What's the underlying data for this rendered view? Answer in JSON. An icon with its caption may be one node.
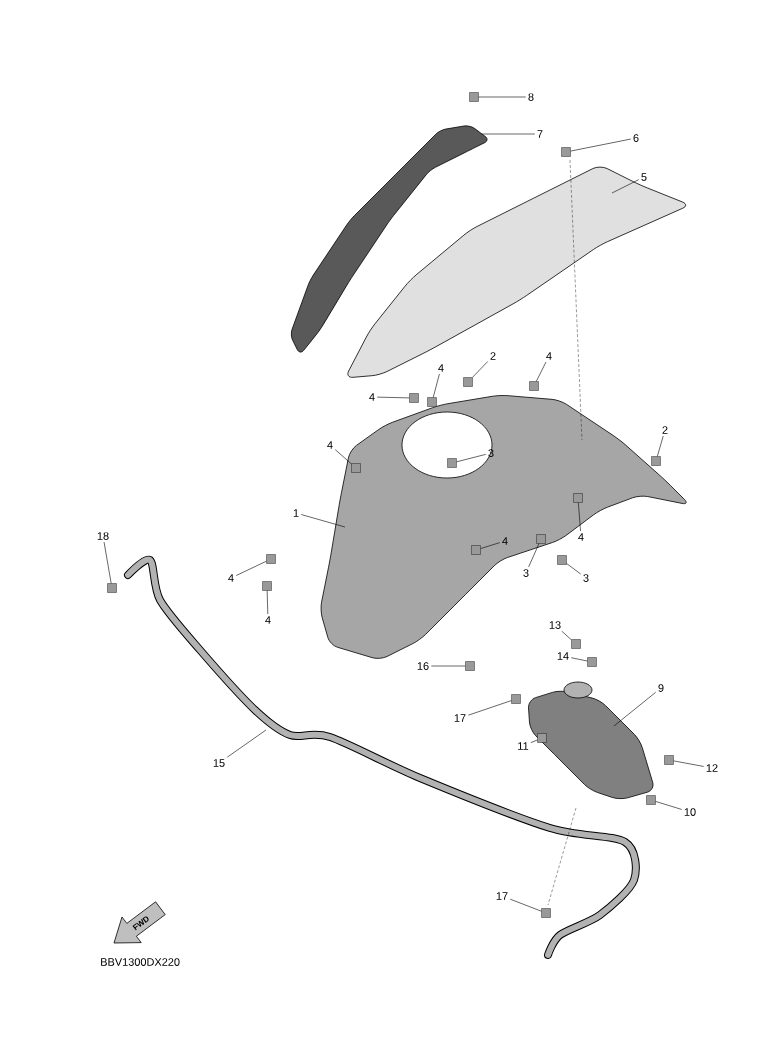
{
  "diagram": {
    "nodes": [
      {
        "text": [
          "8"
        ]
      },
      {
        "text": [
          "7"
        ]
      },
      {
        "text": [
          "6"
        ]
      },
      {
        "text": [
          "5"
        ]
      },
      {
        "text": [
          "2"
        ]
      },
      {
        "text": [
          "4"
        ]
      },
      {
        "text": [
          "4"
        ]
      },
      {
        "text": [
          "4"
        ]
      },
      {
        "text": [
          "2"
        ]
      },
      {
        "text": [
          "4"
        ]
      },
      {
        "text": [
          "3"
        ]
      },
      {
        "text": [
          "1"
        ]
      },
      {
        "text": [
          "18"
        ]
      },
      {
        "text": [
          "4"
        ]
      },
      {
        "text": [
          "4"
        ]
      },
      {
        "text": [
          "3"
        ]
      },
      {
        "text": [
          "3"
        ]
      },
      {
        "text": [
          "4"
        ]
      },
      {
        "text": [
          "4"
        ]
      },
      {
        "text": [
          "13"
        ]
      },
      {
        "text": [
          "14"
        ]
      },
      {
        "text": [
          "16"
        ]
      },
      {
        "text": [
          "9"
        ]
      },
      {
        "text": [
          "17"
        ]
      },
      {
        "text": [
          "11"
        ]
      },
      {
        "text": [
          "12"
        ]
      },
      {
        "text": [
          "15"
        ]
      },
      {
        "text": [
          "10"
        ]
      },
      {
        "text": [
          "17"
        ]
      },
      {
        "text": [],
        "shape": "box"
      },
      {
        "text": [],
        "shape": "box"
      },
      {
        "text": [],
        "shape": "box"
      },
      {
        "text": [],
        "shape": "box"
      },
      {
        "text": [],
        "shape": "box"
      },
      {
        "text": [],
        "shape": "box"
      },
      {
        "text": [],
        "shape": "box"
      },
      {
        "text": [],
        "shape": "box"
      },
      {
        "text": [],
        "shape": "box"
      },
      {
        "text": [],
        "shape": "box"
      },
      {
        "text": [],
        "shape": "box"
      },
      {
        "text": [],
        "shape": "box"
      },
      {
        "text": [],
        "shape": "box"
      },
      {
        "text": [],
        "shape": "box"
      },
      {
        "text": [],
        "shape": "box"
      },
      {
        "text": [],
        "shape": "box"
      },
      {
        "text": [],
        "shape": "box"
      },
      {
        "text": [],
        "shape": "box"
      },
      {
        "text": [],
        "shape": "box"
      },
      {
        "text": [],
        "shape": "box"
      },
      {
        "text": [],
        "shape": "box"
      },
      {
        "text": [],
        "shape": "box"
      },
      {
        "text": [],
        "shape": "box"
      },
      {
        "text": [],
        "shape": "box"
      }
    ],
    "edges": [
      {
        "from": 0,
        "to": 29,
        "arrow": "none"
      },
      {
        "from": 1,
        "to": null,
        "arrow": "none"
      },
      {
        "from": 2,
        "to": 30,
        "arrow": "none"
      },
      {
        "from": 3,
        "to": null,
        "arrow": "none"
      },
      {
        "from": 4,
        "to": 31,
        "arrow": "none"
      },
      {
        "from": 5,
        "to": 32,
        "arrow": "none"
      },
      {
        "from": 6,
        "to": 33,
        "arrow": "none"
      },
      {
        "from": 7,
        "to": 34,
        "arrow": "none"
      },
      {
        "from": 8,
        "to": 35,
        "arrow": "none"
      },
      {
        "from": 9,
        "to": 36,
        "arrow": "none"
      },
      {
        "from": 10,
        "to": 37,
        "arrow": "none"
      },
      {
        "from": 11,
        "to": null,
        "arrow": "none"
      },
      {
        "from": 12,
        "to": 38,
        "arrow": "none"
      },
      {
        "from": 13,
        "to": 39,
        "arrow": "none"
      },
      {
        "from": 14,
        "to": 40,
        "arrow": "none"
      },
      {
        "from": 15,
        "to": 41,
        "arrow": "none"
      },
      {
        "from": 16,
        "to": 42,
        "arrow": "none"
      },
      {
        "from": 17,
        "to": 43,
        "arrow": "none"
      },
      {
        "from": 18,
        "to": 44,
        "arrow": "none"
      },
      {
        "from": 19,
        "to": 45,
        "arrow": "none"
      },
      {
        "from": 20,
        "to": 46,
        "arrow": "none"
      },
      {
        "from": 21,
        "to": 47,
        "arrow": "none"
      },
      {
        "from": 22,
        "to": null,
        "arrow": "none"
      },
      {
        "from": 23,
        "to": 48,
        "arrow": "none"
      },
      {
        "from": 24,
        "to": 49,
        "arrow": "none"
      },
      {
        "from": 25,
        "to": 50,
        "arrow": "none"
      },
      {
        "from": 26,
        "to": null,
        "arrow": "none"
      },
      {
        "from": 27,
        "to": 51,
        "arrow": "none"
      },
      {
        "from": 28,
        "to": 52,
        "arrow": "none"
      }
    ],
    "labels": [
      "FWD",
      "BBV1300DX220"
    ]
  }
}
